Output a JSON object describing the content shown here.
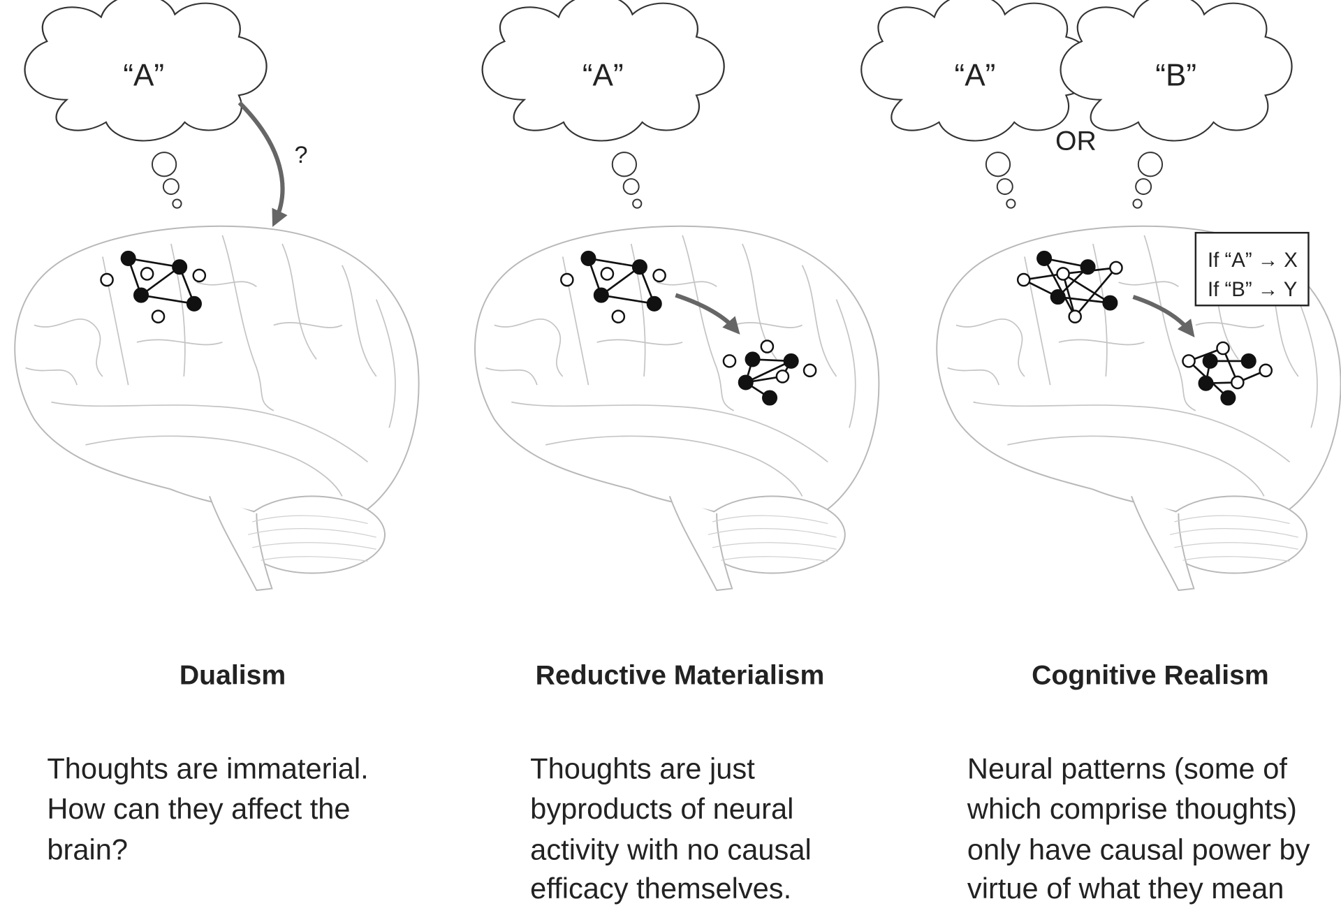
{
  "panels": [
    {
      "thought": "“A”",
      "question_mark": "?",
      "title": "Dualism",
      "description": [
        "Thoughts are immaterial.",
        "How can they affect the",
        "brain?"
      ]
    },
    {
      "thought": "“A”",
      "title": "Reductive Materialism",
      "description": [
        "Thoughts are just",
        "byproducts of neural",
        "activity with no causal",
        "efficacy themselves."
      ]
    },
    {
      "thought_a": "“A”",
      "thought_b": "“B”",
      "or_label": "OR",
      "rule_box": [
        "If “A” → X",
        "If “B” → Y"
      ],
      "title": "Cognitive Realism",
      "description": [
        "Neural patterns (some of",
        "which comprise thoughts)",
        "only have causal power by",
        "virtue of what they mean"
      ]
    }
  ],
  "colors": {
    "arrow": "#666666",
    "brain_outline": "#b8b8b8",
    "text": "#222222"
  }
}
